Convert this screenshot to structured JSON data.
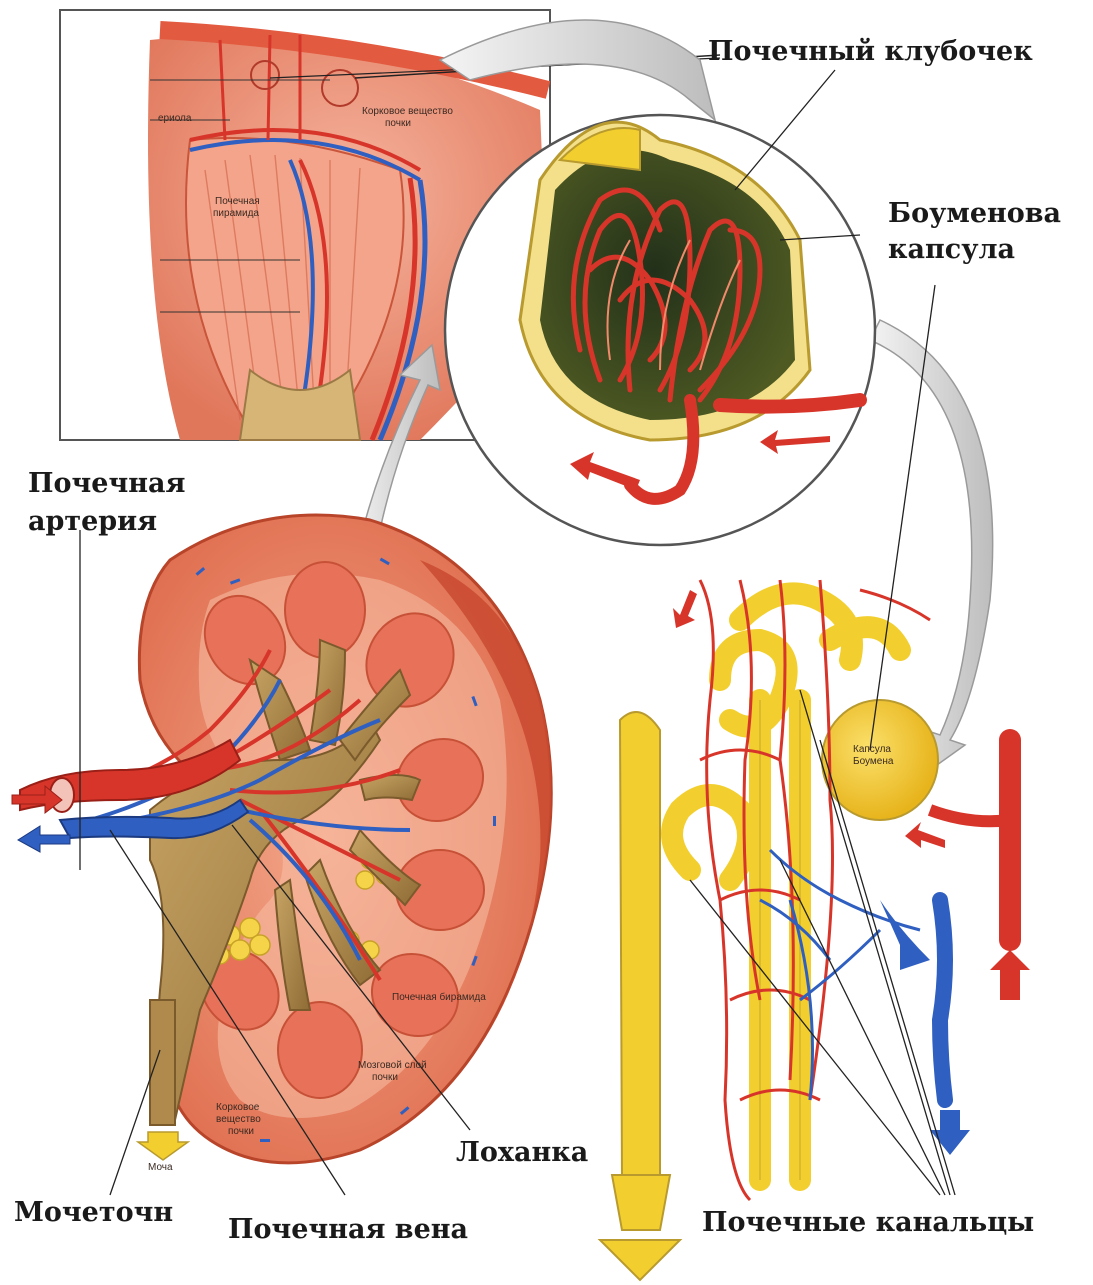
{
  "labels": {
    "glomerulus": "Почечный клубочек",
    "bowman_line1": "Боуменова",
    "bowman_line2": "капсула",
    "renal_artery_line1": "Почечная",
    "renal_artery_line2": "артерия",
    "pelvis": "Лоханка",
    "ureter": "Мочеточн",
    "renal_vein": "Почечная вена",
    "tubules": "Почечные канальцы"
  },
  "small_labels": {
    "cortex_inset_line1": "Корковое вещество",
    "cortex_inset_line2": "почки",
    "pyramid_line1": "Почечная",
    "pyramid_line2": "пирамида",
    "capsule_line1": "Капсула",
    "capsule_line2": "Боумена",
    "papilla": "Почечная бирамида",
    "medulla_line1": "Мозговой слой",
    "medulla_line2": "почки",
    "cortex_line1": "Корковое",
    "cortex_line2": "вещество",
    "cortex_line3": "почки",
    "urine": "Моча",
    "arteriole": "ериола"
  },
  "colors": {
    "artery": "#d8352a",
    "vein": "#2f5fc0",
    "tubule": "#f2cf2e",
    "tissue": "#e9826a",
    "pelvis": "#b08a4c",
    "arrow_gray": "#d0d0d0"
  }
}
